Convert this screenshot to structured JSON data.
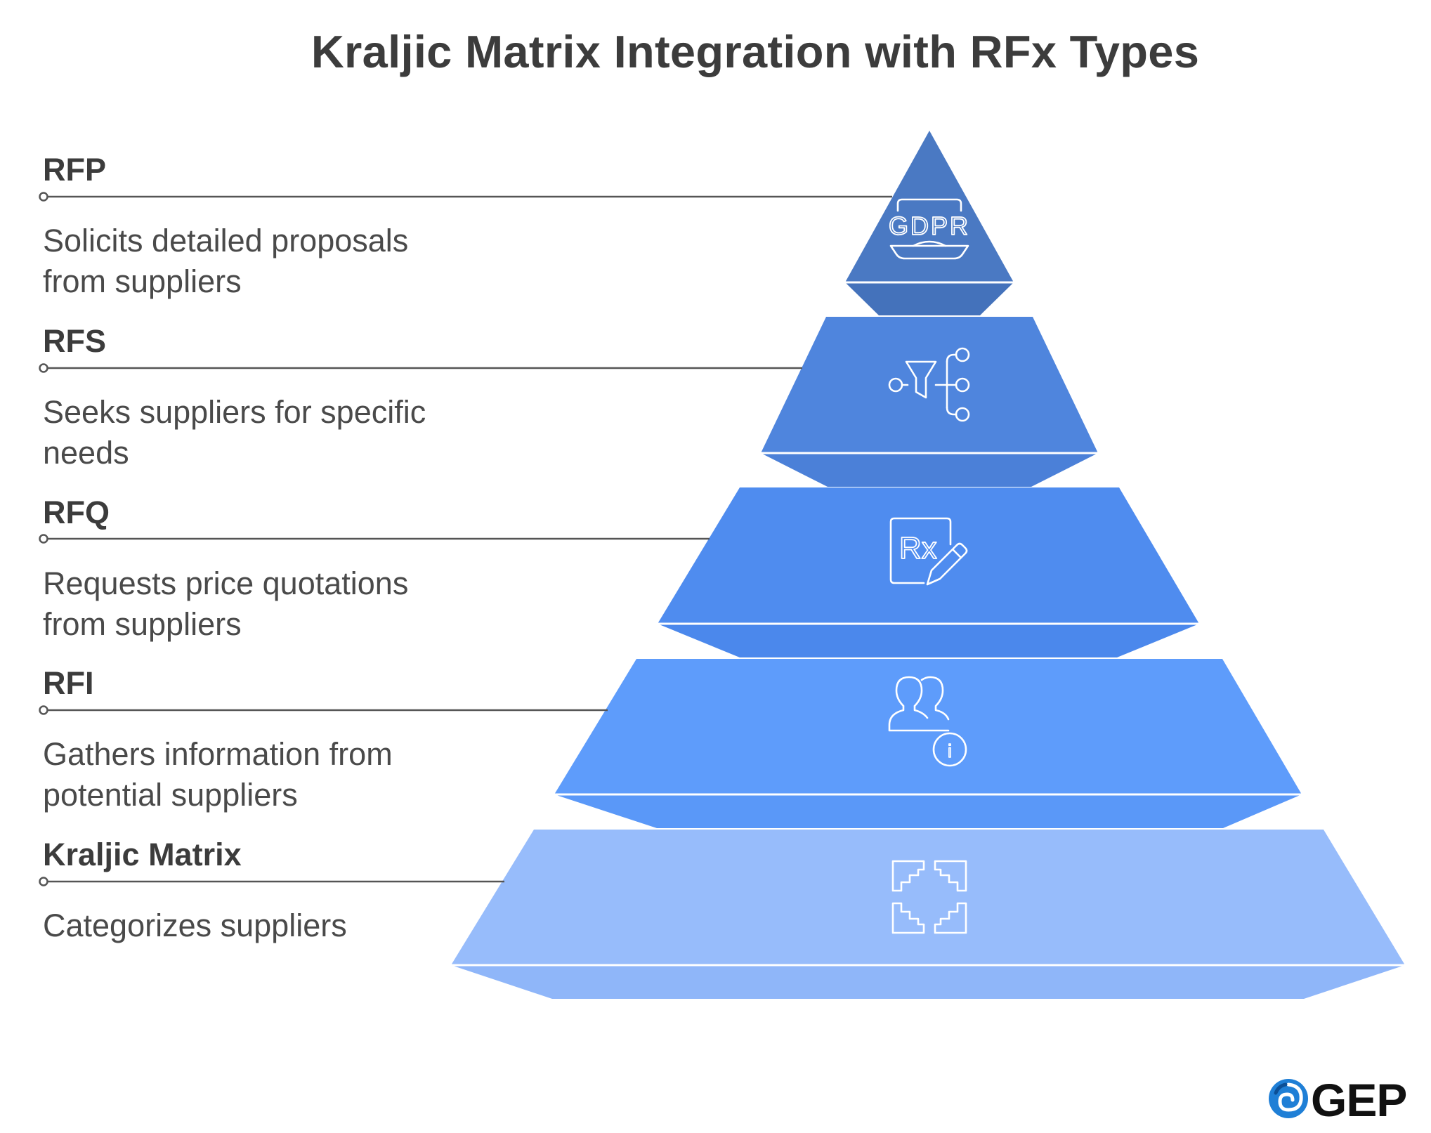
{
  "title": "Kraljic Matrix Integration with RFx Types",
  "levels": [
    {
      "label": "RFP",
      "description": "Solicits detailed proposals from suppliers",
      "icon": "gdpr-icon",
      "color": "#4a79c3"
    },
    {
      "label": "RFS",
      "description": "Seeks suppliers for specific needs",
      "icon": "funnel-branch-icon",
      "color": "#4f85dd"
    },
    {
      "label": "RFQ",
      "description": "Requests price quotations from suppliers",
      "icon": "prescription-edit-icon",
      "color": "#4f8cef"
    },
    {
      "label": "RFI",
      "description": "Gathers information from potential suppliers",
      "icon": "users-info-icon",
      "color": "#5e9cfb"
    },
    {
      "label": "Kraljic Matrix",
      "description": "Categorizes suppliers",
      "icon": "puzzle-frame-icon",
      "color": "#97bcfb"
    }
  ],
  "icon_texts": {
    "gdpr": "GDPR",
    "rx": "Rx",
    "info": "i"
  },
  "logo": {
    "text": "GEP"
  }
}
